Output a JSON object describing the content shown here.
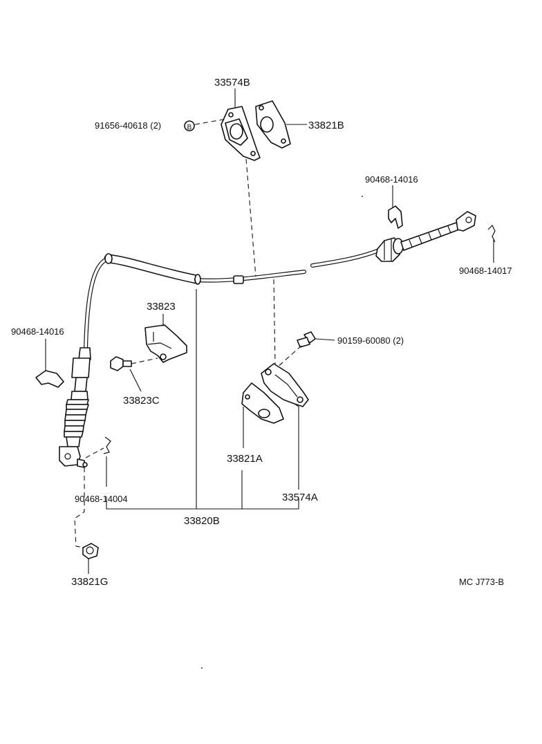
{
  "labels": {
    "p33574B_top": "33574B",
    "p91656": "91656-40618 (2)",
    "p33821B": "33821B",
    "p90468_14016_right": "90468-14016",
    "p90468_14017": "90468-14017",
    "p33823": "33823",
    "p90468_14016_left": "90468-14016",
    "p90159": "90159-60080 (2)",
    "p33823C": "33823C",
    "p33821A": "33821A",
    "p33574A": "33574A",
    "p90468_14004": "90468-14004",
    "p33820B": "33820B",
    "p33821G": "33821G",
    "drawing_code": "MC J773-B",
    "washer_mark": "B"
  }
}
